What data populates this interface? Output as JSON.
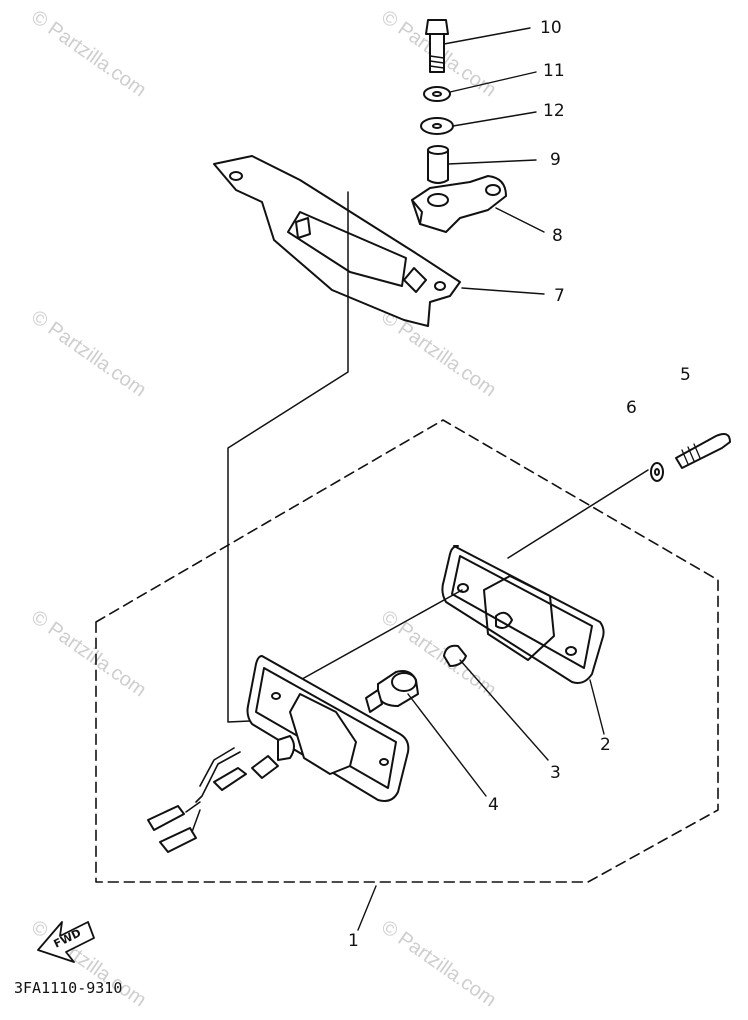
{
  "diagram": {
    "callouts": [
      "1",
      "2",
      "3",
      "4",
      "5",
      "6",
      "7",
      "8",
      "9",
      "10",
      "11",
      "12"
    ],
    "drawing_code": "3FA1110-9310",
    "fwd_label": "FWD",
    "watermark": "© Partzilla.com"
  }
}
